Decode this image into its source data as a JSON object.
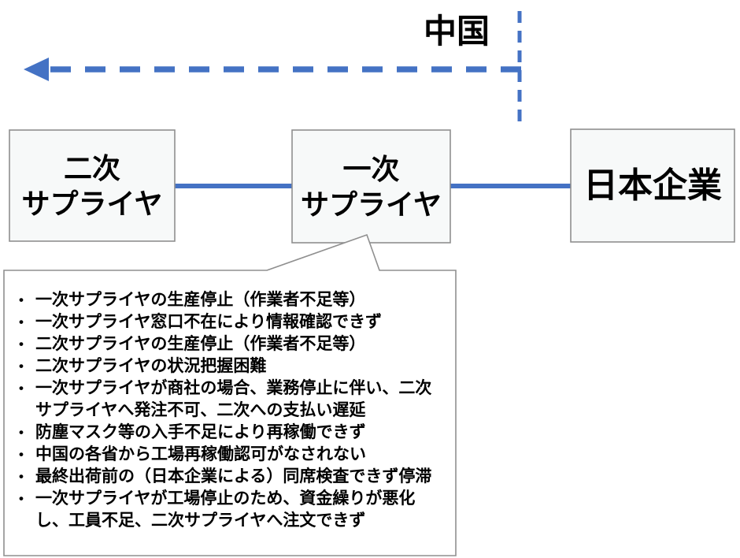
{
  "diagram": {
    "region_label": "中国",
    "boxes": {
      "secondary_supplier": "二次\nサプライヤ",
      "primary_supplier": "一次\nサプライヤ",
      "japanese_company": "日本企業"
    },
    "callout": {
      "items": [
        "一次サプライヤの生産停止（作業者不足等）",
        "一次サプライヤ窓口不在により情報確認できず",
        "二次サプライヤの生産停止（作業者不足等）",
        "二次サプライヤの状況把握困難",
        "一次サプライヤが商社の場合、業務停止に伴い、二次サプライヤへ発注不可、二次への支払い遅延",
        "防塵マスク等の入手不足により再稼働できず",
        "中国の各省から工場再稼働認可がなされない",
        "最終出荷前の（日本企業による）同席検査できず停滞",
        "一次サプライヤが工場停止のため、資金繰りが悪化し、工員不足、二次サプライヤへ注文できず"
      ]
    },
    "colors": {
      "accent_blue": "#4472C4",
      "border_gray": "#8F8F8F",
      "box_fill": "#F7F9F9",
      "text_black": "#000000"
    }
  }
}
